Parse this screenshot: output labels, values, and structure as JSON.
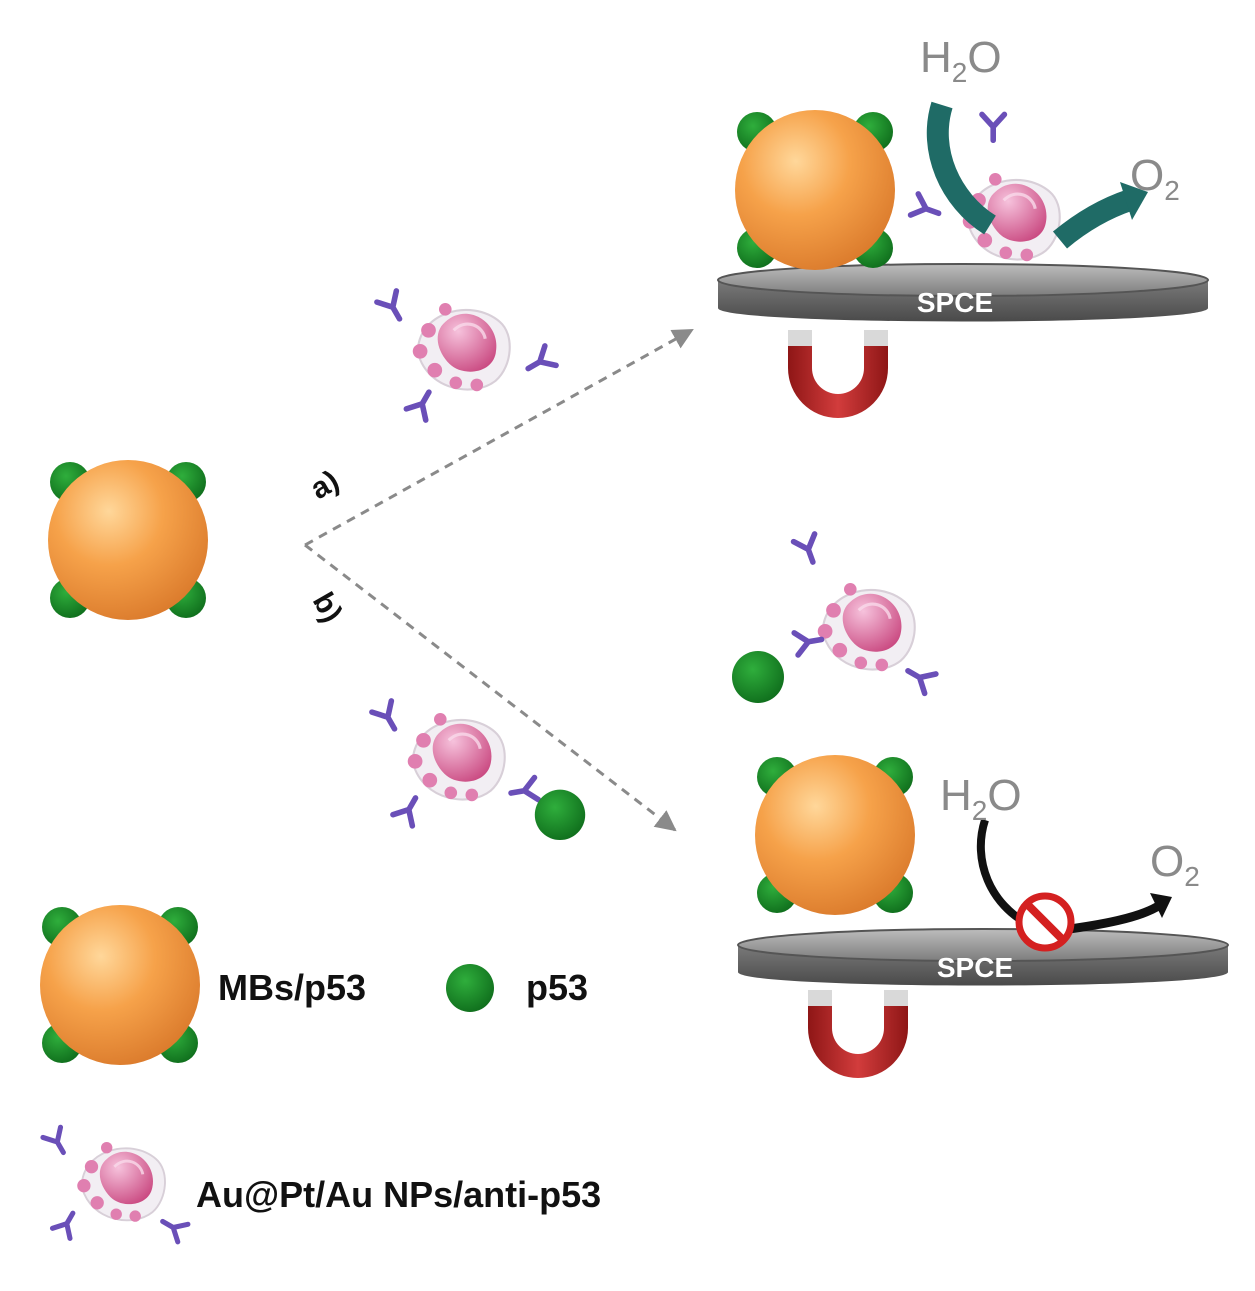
{
  "route_labels": {
    "a": "a)",
    "b": "b)"
  },
  "electrode": {
    "label": "SPCE"
  },
  "reaction": {
    "reactant_base": "H",
    "reactant_sub": "2",
    "reactant_tail": "O",
    "product_base": "O",
    "product_sub": "2"
  },
  "legend": {
    "mbs_p53": "MBs/p53",
    "p53": "p53",
    "nanozyme": "Au@Pt/Au NPs/anti-p53"
  },
  "colors": {
    "bead": "#f09a3e",
    "protein": "#1d8a2a",
    "nanozyme": "#d86aa0",
    "antibody": "#6a4fb8",
    "electrode": "#8c8c8c",
    "magnet": "#b52a2a",
    "arrow_active": "#1f6b66",
    "arrow_blocked": "#111111",
    "inhibit": "#d42020"
  }
}
